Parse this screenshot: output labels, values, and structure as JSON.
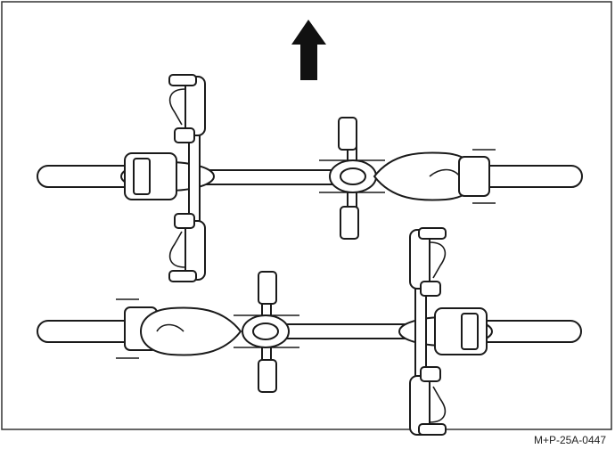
{
  "figure": {
    "code": "M+P-25A-0447",
    "arrow_icon": "up-arrow-icon",
    "bicycles": [
      {
        "name": "bicycle-top",
        "facing": "left"
      },
      {
        "name": "bicycle-bottom",
        "facing": "right"
      }
    ]
  }
}
